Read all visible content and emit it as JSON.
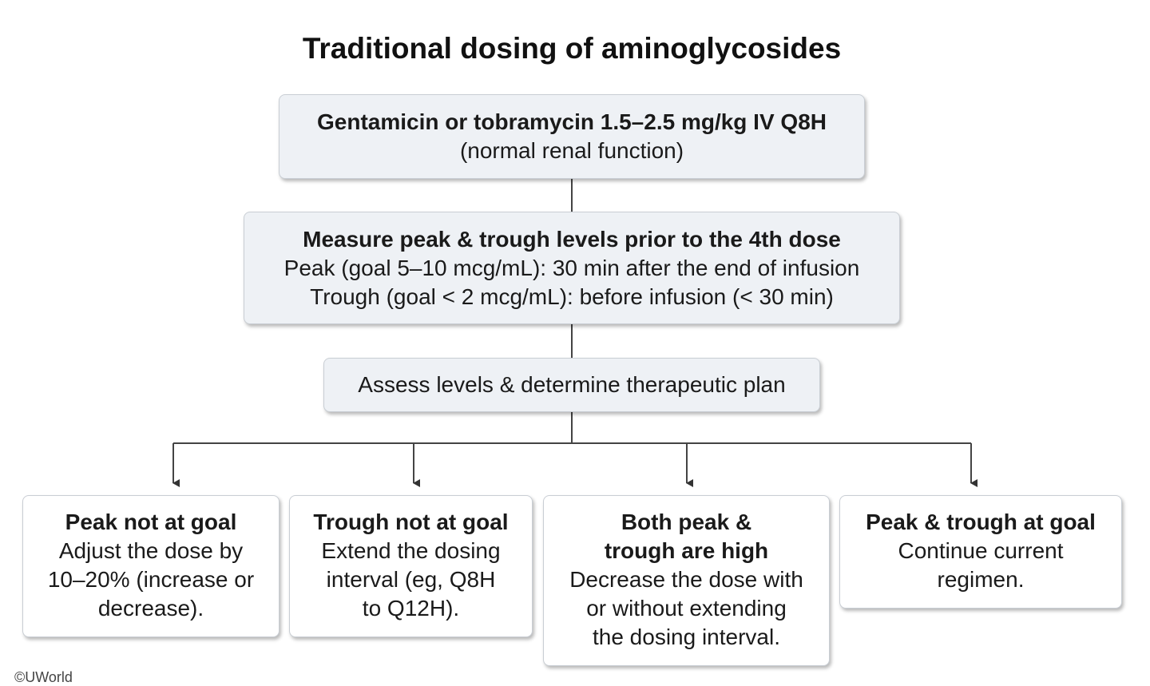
{
  "title": "Traditional dosing of aminoglycosides",
  "step1": {
    "bold": "Gentamicin or tobramycin 1.5–2.5 mg/kg IV Q8H",
    "line": "(normal renal function)"
  },
  "step2": {
    "bold": "Measure peak & trough levels prior to the 4th dose",
    "line1": "Peak (goal 5–10 mcg/mL): 30 min after the end of infusion",
    "line2": "Trough (goal < 2 mcg/mL): before infusion (< 30 min)"
  },
  "step3": {
    "line": "Assess levels & determine therapeutic plan"
  },
  "outcomes": [
    {
      "head": [
        "Peak not at goal"
      ],
      "body": [
        "Adjust the dose by",
        "10–20% (increase or",
        "decrease)."
      ]
    },
    {
      "head": [
        "Trough not at goal"
      ],
      "body": [
        "Extend the dosing",
        "interval (eg, Q8H",
        "to Q12H)."
      ]
    },
    {
      "head": [
        "Both peak &",
        "trough are high"
      ],
      "body": [
        "Decrease the dose with",
        "or without extending",
        "the dosing interval."
      ]
    },
    {
      "head": [
        "Peak & trough at goal"
      ],
      "body": [
        "Continue current",
        "regimen."
      ]
    }
  ],
  "footer": "©UWorld"
}
